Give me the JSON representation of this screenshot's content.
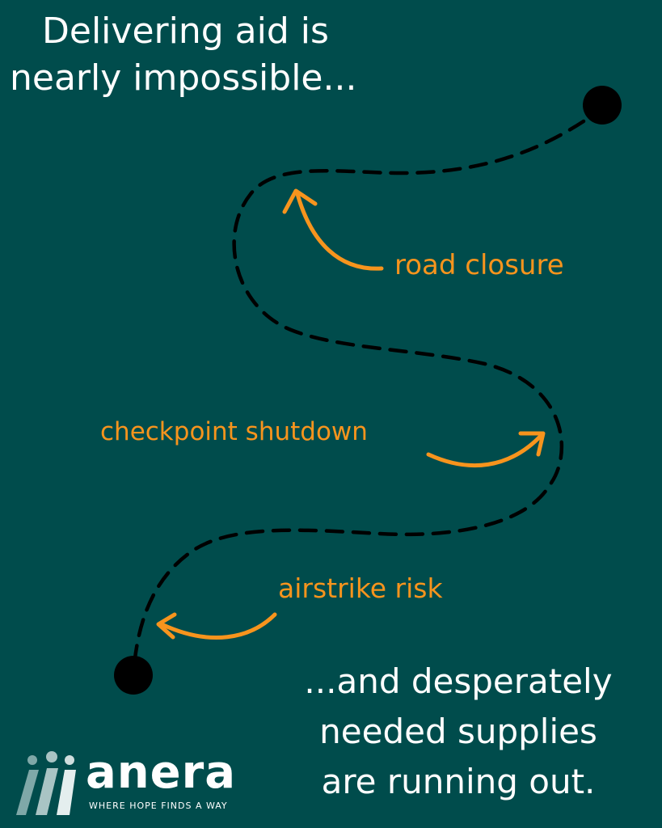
{
  "headline": {
    "line1": "Delivering aid is",
    "line2": "nearly impossible..."
  },
  "obstacles": [
    {
      "label": "road closure"
    },
    {
      "label": "checkpoint shutdown"
    },
    {
      "label": "airstrike risk"
    }
  ],
  "closing": {
    "line1": "...and desperately",
    "line2": "needed supplies",
    "line3": "are running out."
  },
  "logo": {
    "wordmark": "anera",
    "tagline": "WHERE HOPE FINDS A WAY"
  },
  "colors": {
    "background": "#004c4c",
    "text": "#ffffff",
    "accent": "#f7941d",
    "route": "#000000"
  },
  "icons": [
    "start-dot-icon",
    "end-dot-icon",
    "arrow-icon",
    "people-logo-icon"
  ]
}
